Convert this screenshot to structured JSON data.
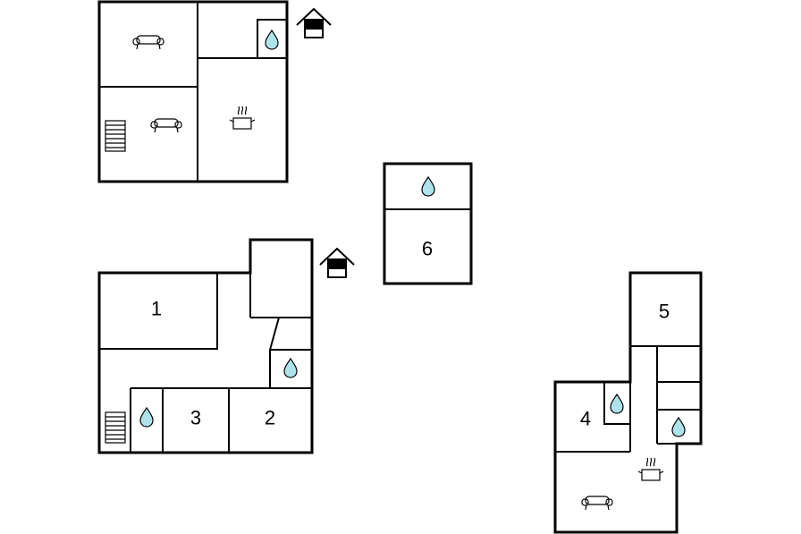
{
  "rooms": {
    "r1": "1",
    "r2": "2",
    "r3": "3",
    "r4": "4",
    "r5": "5",
    "r6": "6"
  },
  "icons": {
    "water": "water-drop-icon",
    "sofa": "sofa-icon",
    "kitchen": "cooking-pot-icon",
    "stairs": "stairs-icon",
    "entrance": "entrance-house-icon"
  },
  "colors": {
    "water_fill": "#aee3ec",
    "wall": "#000000"
  }
}
